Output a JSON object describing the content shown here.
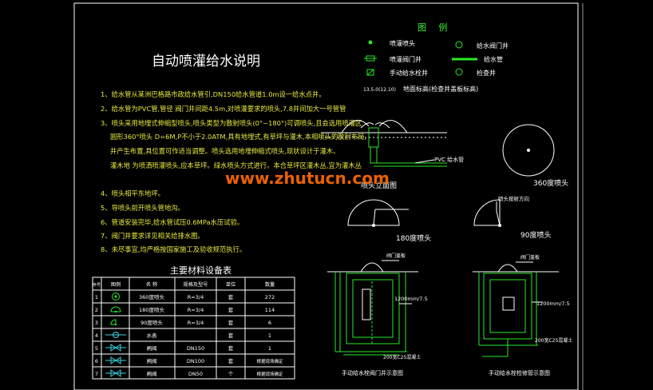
{
  "title": "自动喷灌给水说明",
  "notes": [
    "1、给水管从某洲巴格路市政给水管引,DN150给水管道1.0m设一给水点井。",
    "2、给水管为PVC管,管径 阀门井间距4.5m,对喷灌要求的喷头,7.8并间加大一号管管",
    "3、喷头采用地埋式伸缩型喷头,喷头类型为散射喷头(0°~180°)可调喷头,且会选用喷灌区",
    "圆形360°喷头 D=6M,P不小于2.0ATM,具有地埋式,有草坪与灌木,本相喷头的散射布局,",
    "井产生布置,具位置可作适当调整。喷头选用地埋伸缩式喷头,现状设计于灌木、",
    "灌木地 为喷洒喷灌喷头,应本草坪。绿水喷头方式进行。本合草坪区灌木丛,宜为灌木丛",
    "4、喷头相平东地坪。",
    "5、导喷头前开喷头管地沟。",
    "6、管道安装完毕,给水管试压0.6MPa水压试验。",
    "7、阀门井要求详见相关给排水图。",
    "8、未尽事宜,均严格按国家施工及验收规范执行。"
  ],
  "legend": {
    "title": "图 例",
    "items": [
      {
        "label": "喷灌喷头"
      },
      {
        "label": "给水阀门井"
      },
      {
        "label": "喷灌阀门井"
      },
      {
        "label": "给水管"
      },
      {
        "label": "手动给水栓井"
      },
      {
        "label": "检查井"
      }
    ],
    "elevation_code": "13.5.0(12.10)",
    "elevation_label": "地面标高(检查井盖板标高)"
  },
  "section": {
    "pvc_label": "PVC 给水管",
    "caption": "喷头立面图"
  },
  "heads": {
    "head360": "360度喷头",
    "head180": "180度喷头",
    "head90": "90度喷头",
    "head90_tag": "喷头按射方向"
  },
  "table": {
    "title": "主要材料设备表",
    "headers": [
      "序号",
      "图例",
      "名 称",
      "规格及型号",
      "单位",
      "数量"
    ],
    "rows": [
      {
        "no": "1",
        "name": "360度喷头",
        "spec": "R=3/4",
        "unit": "套",
        "qty": "272"
      },
      {
        "no": "2",
        "name": "180度喷头",
        "spec": "R=3/4",
        "unit": "套",
        "qty": "114"
      },
      {
        "no": "3",
        "name": "90度喷头",
        "spec": "R=3/4",
        "unit": "套",
        "qty": "6"
      },
      {
        "no": "4",
        "name": "水表",
        "spec": "",
        "unit": "套",
        "qty": "1"
      },
      {
        "no": "5",
        "name": "闸阀",
        "spec": "DN150",
        "unit": "套",
        "qty": "1"
      },
      {
        "no": "6",
        "name": "闸阀",
        "spec": "DN100",
        "unit": "套",
        "qty": "根据现场确定"
      },
      {
        "no": "7",
        "name": "闸阀",
        "spec": "DN50",
        "unit": "个",
        "qty": "根据现场确定"
      }
    ]
  },
  "wells": {
    "left_top_label": "阀门盖板",
    "left_dim": "1200mm/7.5",
    "left_base": "200宽C25混凝土",
    "left_caption": "手动给水栓阀门井示意图",
    "right_top_label": "阀门盖板",
    "right_dim": "1200mm/7.5",
    "right_base": "200宽C25混凝土",
    "right_caption": "手动给水栓检修管示意图"
  },
  "watermark": "www.zhutucn.com"
}
